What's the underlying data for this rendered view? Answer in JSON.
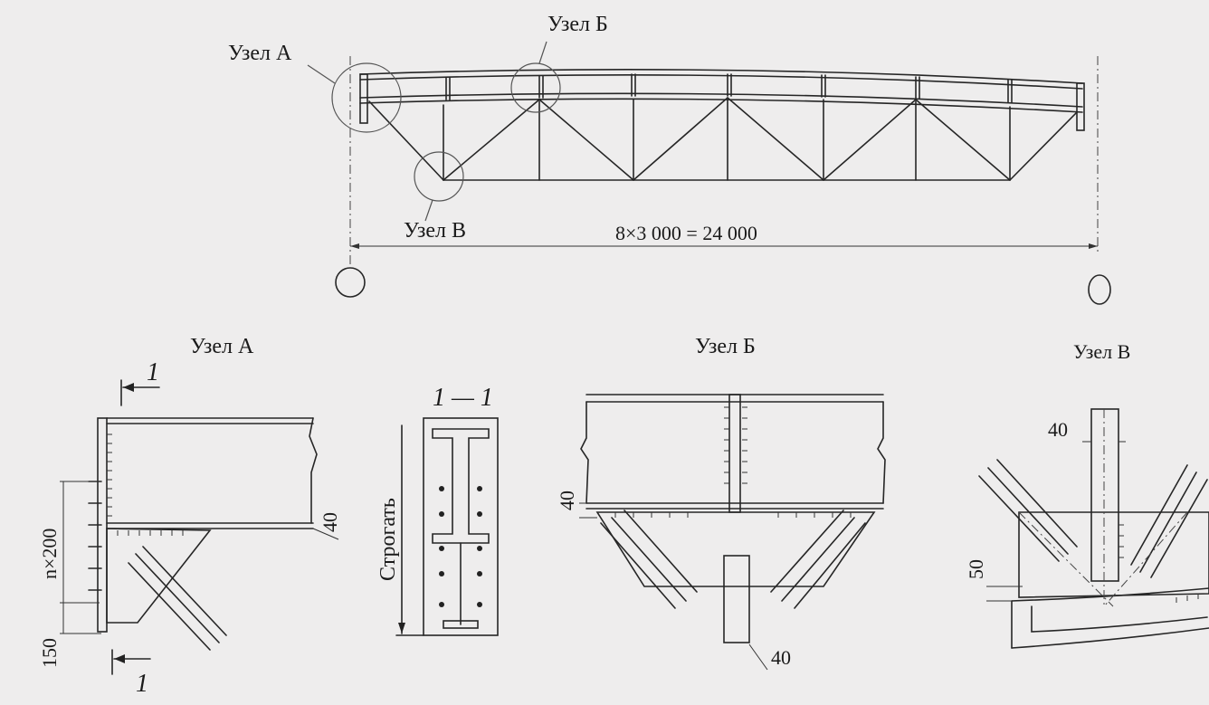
{
  "main_labels": {
    "node_a": "Узел А",
    "node_b": "Узел Б",
    "node_v": "Узел В",
    "span_dimension": "8×3 000 = 24 000"
  },
  "detail_titles": {
    "node_a": "Узел А",
    "node_b": "Узел Б",
    "node_v": "Узел В"
  },
  "node_a_detail": {
    "cut_mark_top": "1",
    "cut_mark_bottom": "1",
    "dim_pitch": "n×200",
    "dim_bottom": "150",
    "dim_gap": "40"
  },
  "section_1_1": {
    "title": "1 — 1",
    "note": "Строгать"
  },
  "node_b_detail": {
    "dim_left": "40",
    "dim_bottom": "40"
  },
  "node_v_detail": {
    "dim_top": "40",
    "dim_left": "50"
  }
}
